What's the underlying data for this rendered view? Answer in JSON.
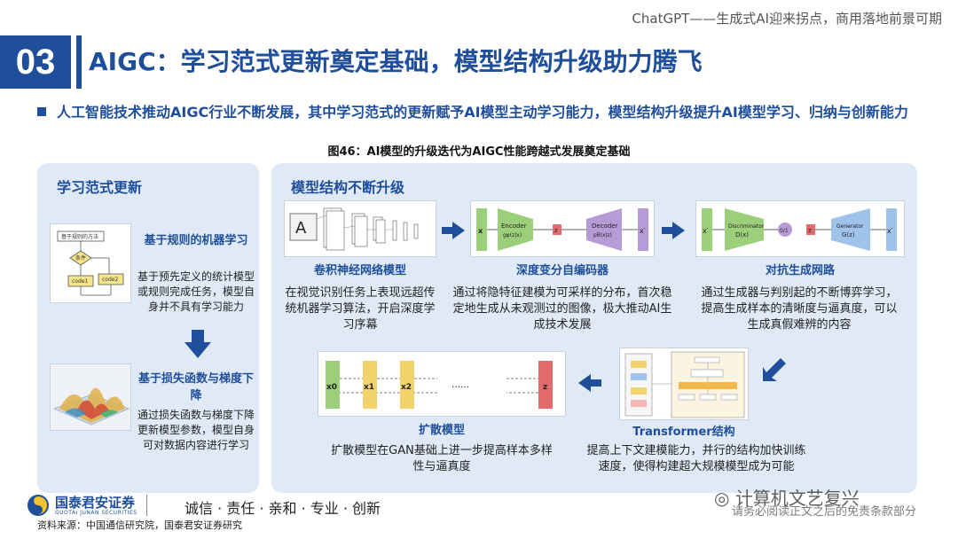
{
  "header": {
    "report_title": "ChatGPT——生成式AI迎来拐点，商用落地前景可期"
  },
  "section": {
    "number": "03",
    "title": "AIGC：学习范式更新奠定基础，模型结构升级助力腾飞"
  },
  "bullet": "人工智能技术推动AIGC行业不断发展，其中学习范式的更新赋予AI模型主动学习能力，模型结构升级提升AI模型学习、归纳与创新能力",
  "figure_title": "图46：AI模型的升级迭代为AIGC性能跨越式发展奠定基础",
  "left_panel": {
    "title": "学习范式更新",
    "rule": {
      "title": "基于规则的机器学习",
      "desc": "基于预先定义的统计模型或规则完成任务，模型自身并不具有学习能力",
      "flow_labels": {
        "header": "基于规则的方法",
        "cond": "条件",
        "code1": "code1",
        "code2": "code2"
      }
    },
    "loss": {
      "title": "基于损失函数与梯度下降",
      "desc": "通过损失函数与梯度下降更新模型参数，模型自身可对数据内容进行学习"
    }
  },
  "right_panel": {
    "title": "模型结构不断升级",
    "cnn": {
      "title": "卷积神经网络模型",
      "desc": "在视觉识别任务上表现远超传统机器学习算法，开启深度学习序幕"
    },
    "vae": {
      "title": "深度变分自编码器",
      "desc": "通过将隐特征建模为可采样的分布，首次稳定地生成从未观测过的图像，极大推动AI生成技术发展",
      "labels": {
        "x": "x",
        "encoder": "Encoder",
        "enc_fn": "gφ(z|x)",
        "z": "z",
        "decoder": "Decoder",
        "dec_fn": "pθ(x|z)",
        "xp": "x′"
      }
    },
    "gan": {
      "title": "对抗生成网路",
      "desc": "通过生成器与判别起的不断博弈学习，提高生成样本的清晰度与逼真度，可以生成真假难辨的内容",
      "labels": {
        "x": "x′",
        "disc": "Discriminator",
        "disc_fn": "D(x)",
        "out": "0/1",
        "z": "z",
        "gen": "Generator",
        "gen_fn": "G(z)",
        "xp": "x′"
      }
    },
    "diffusion": {
      "title": "扩散模型",
      "desc": "扩散模型在GAN基础上进一步提高样本多样性与逼真度",
      "labels": {
        "x0": "x0",
        "x1": "x1",
        "x2": "x2",
        "dots": "……",
        "z": "z"
      }
    },
    "transformer": {
      "title": "Transformer结构",
      "desc": "提高上下文建模能力，并行的结构加快训练速度，使得构建超大规模模型成为可能"
    }
  },
  "footer": {
    "company_cn": "国泰君安证券",
    "company_en": "GUOTAI JUNAN SECURITIES",
    "slogan": "诚信 · 责任 · 亲和 · 专业 · 创新",
    "source": "资料来源：中国通信研究院，国泰君安证券研究",
    "watermark": "计算机文艺复兴",
    "watermark2": "请务必阅读正文之后的免责条款部分"
  },
  "colors": {
    "brand": "#1f4e9a",
    "panel": "#dfeaf6",
    "green": "#9ccf7a",
    "purple": "#b79bd6",
    "yellow": "#f2d36b",
    "red": "#e26a6a"
  }
}
